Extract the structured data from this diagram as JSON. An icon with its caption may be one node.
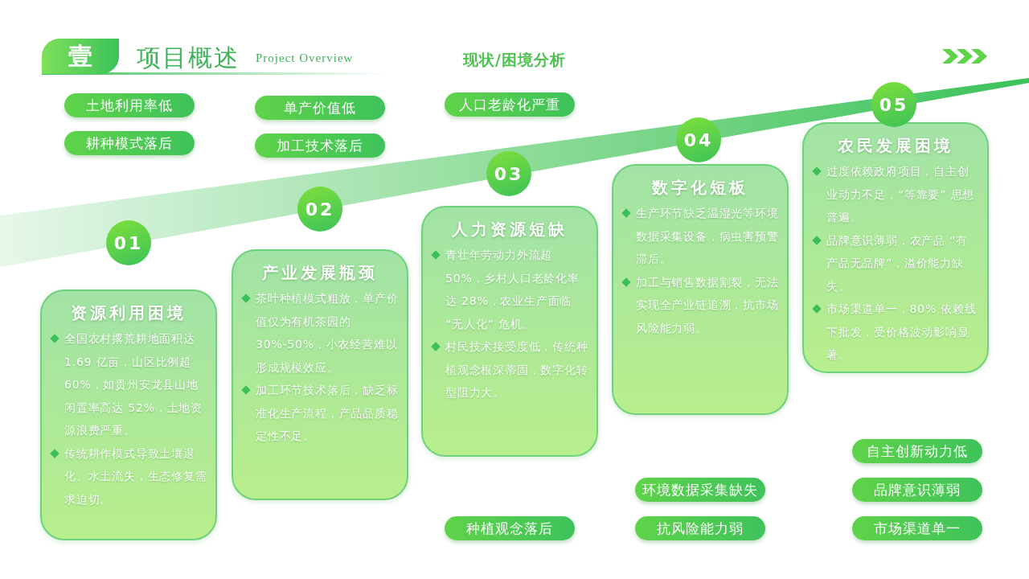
{
  "diagram": {
    "title": "项目概述",
    "nodes": [
      {
        "text": [
          "土地利用率低"
        ]
      },
      {
        "text": [
          "耕种模式落后"
        ]
      },
      {
        "text": [
          "单产价值低"
        ]
      },
      {
        "text": [
          "加工技术落后"
        ]
      },
      {
        "text": [
          "人口老龄化严重"
        ]
      },
      {
        "text": [
          "01"
        ]
      },
      {
        "text": [
          "资源利用困境",
          "全国农村撂荒耕地面积达 1.69 亿亩，山区比例超 60%，如贵州安龙县山地闲置率高达 52%，土地资源浪费严重。",
          "传统耕作模式导致土壤退化、水土流失，生态修复需求迫切。"
        ]
      },
      {
        "text": [
          "02"
        ]
      },
      {
        "text": [
          "产业发展瓶颈",
          "茶叶种植模式粗放，单产价值仅为有机茶园的 30%-50%，小农经营难以形成规模效应。",
          "加工环节技术落后，缺乏标准化生产流程，产品品质稳定性不足。"
        ]
      },
      {
        "text": [
          "03"
        ]
      },
      {
        "text": [
          "人力资源短缺",
          "青壮年劳动力外流超 50%，乡村人口老龄化率达 28%，农业生产面临 “无人化” 危机。",
          "村民技术接受度低，传统种植观念根深蒂固，数字化转型阻力大。"
        ]
      },
      {
        "text": [
          "04"
        ]
      },
      {
        "text": [
          "数字化短板",
          "生产环节缺乏温湿光等环境数据采集设备，病虫害预警滞后。",
          "加工与销售数据割裂，无法实现全产业链追溯，抗市场风险能力弱。"
        ]
      },
      {
        "text": [
          "05"
        ]
      },
      {
        "text": [
          "农民发展困境",
          "过度依赖政府项目，自主创业动力不足，“等靠要” 思想普遍。",
          "品牌意识薄弱，农产品 “有产品无品牌”，溢价能力缺失。",
          "市场渠道单一，80% 依赖线下批发，受价格波动影响显著。"
        ]
      },
      {
        "text": [
          "种植观念落后"
        ]
      },
      {
        "text": [
          "环境数据采集缺失"
        ]
      },
      {
        "text": [
          "抗风险能力弱"
        ]
      },
      {
        "text": [
          "自主创新动力低"
        ]
      },
      {
        "text": [
          "品牌意识薄弱"
        ]
      },
      {
        "text": [
          "市场渠道单一"
        ]
      }
    ],
    "labels": [
      "壹",
      "Project Overview",
      "现状/困境分析"
    ]
  }
}
